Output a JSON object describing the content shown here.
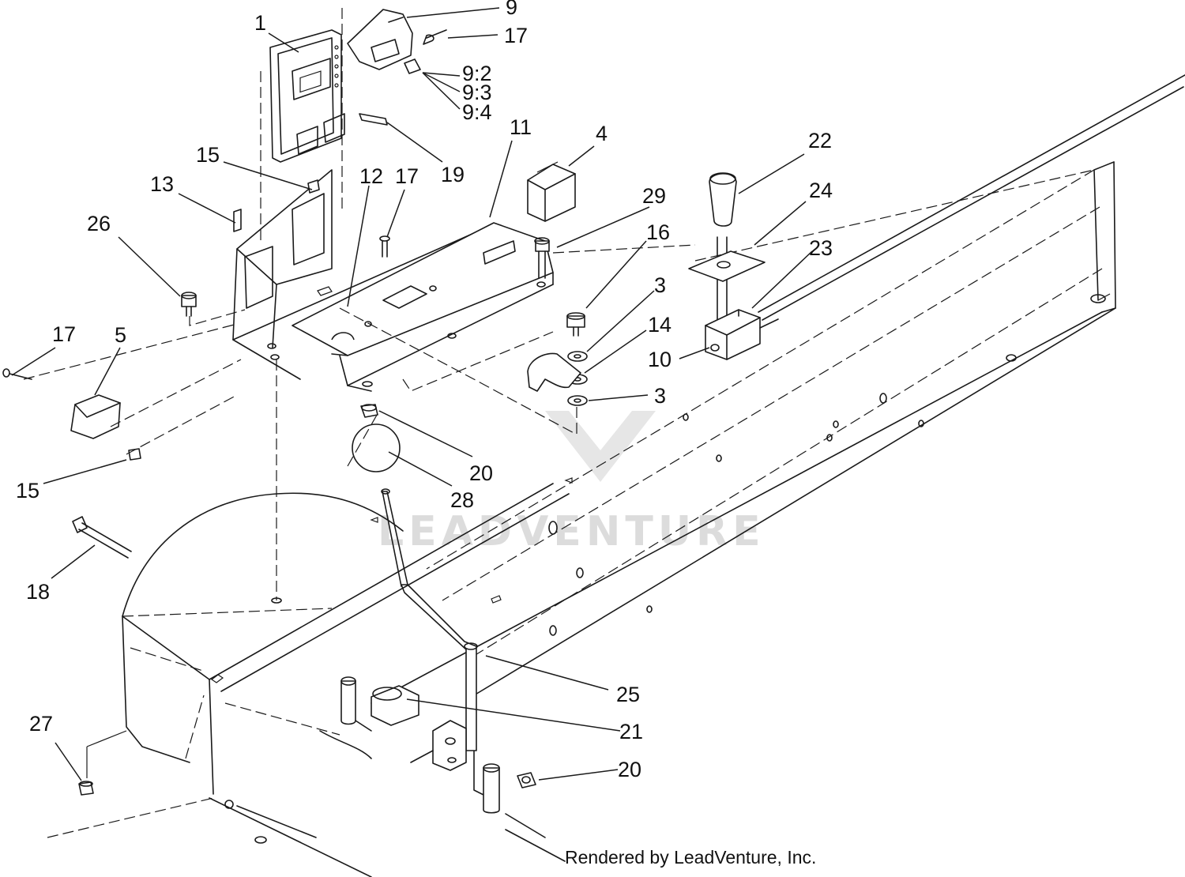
{
  "diagram": {
    "callouts": [
      {
        "id": "1",
        "label": "1"
      },
      {
        "id": "9",
        "label": "9"
      },
      {
        "id": "17a",
        "label": "17"
      },
      {
        "id": "9-2",
        "label": "9:2"
      },
      {
        "id": "9-3",
        "label": "9:3"
      },
      {
        "id": "9-4",
        "label": "9:4"
      },
      {
        "id": "11",
        "label": "11"
      },
      {
        "id": "4",
        "label": "4"
      },
      {
        "id": "19",
        "label": "19"
      },
      {
        "id": "22",
        "label": "22"
      },
      {
        "id": "15a",
        "label": "15"
      },
      {
        "id": "12",
        "label": "12"
      },
      {
        "id": "17b",
        "label": "17"
      },
      {
        "id": "13",
        "label": "13"
      },
      {
        "id": "29",
        "label": "29"
      },
      {
        "id": "24",
        "label": "24"
      },
      {
        "id": "26",
        "label": "26"
      },
      {
        "id": "16",
        "label": "16"
      },
      {
        "id": "23",
        "label": "23"
      },
      {
        "id": "3a",
        "label": "3"
      },
      {
        "id": "17c",
        "label": "17"
      },
      {
        "id": "5",
        "label": "5"
      },
      {
        "id": "14",
        "label": "14"
      },
      {
        "id": "10",
        "label": "10"
      },
      {
        "id": "3b",
        "label": "3"
      },
      {
        "id": "20a",
        "label": "20"
      },
      {
        "id": "15b",
        "label": "15"
      },
      {
        "id": "28",
        "label": "28"
      },
      {
        "id": "18",
        "label": "18"
      },
      {
        "id": "25",
        "label": "25"
      },
      {
        "id": "27",
        "label": "27"
      },
      {
        "id": "21",
        "label": "21"
      },
      {
        "id": "20b",
        "label": "20"
      }
    ],
    "watermark": "LEADVENTURE",
    "credit": "Rendered by LeadVenture, Inc."
  }
}
